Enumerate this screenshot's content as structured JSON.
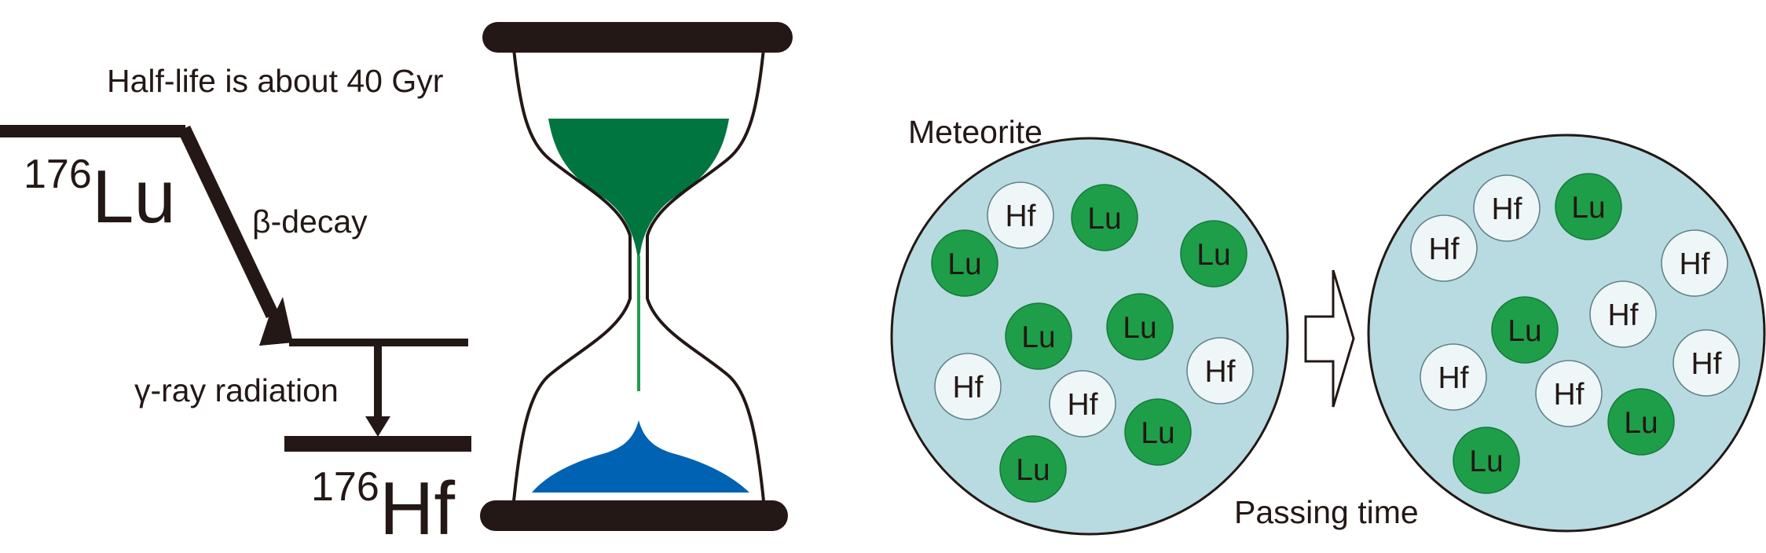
{
  "decay": {
    "parent_mass": "176",
    "parent_symbol": "Lu",
    "beta_label": "β-decay",
    "gamma_label": "γ-ray radiation",
    "daughter_mass": "176",
    "daughter_symbol": "Hf"
  },
  "hourglass": {
    "halflife_label": "Half-life is about 40 Gyr",
    "sand_top_color": "#007540",
    "sand_bottom_color": "#0062b3",
    "stream_color": "#1f9e4a"
  },
  "meteorite": {
    "label": "Meteorite",
    "fill_color": "#b7dbe0",
    "arrow_label": "Passing time",
    "before_atoms": [
      "Hf",
      "Lu",
      "Lu",
      "Lu",
      "Lu",
      "Lu",
      "Hf",
      "Hf",
      "Hf",
      "Lu",
      "Lu"
    ],
    "after_atoms": [
      "Hf",
      "Lu",
      "Hf",
      "Hf",
      "Hf",
      "Lu",
      "Hf",
      "Hf",
      "Hf",
      "Lu",
      "Lu"
    ],
    "lu_color": "#1e9e49",
    "hf_color": "#eef6f7"
  }
}
